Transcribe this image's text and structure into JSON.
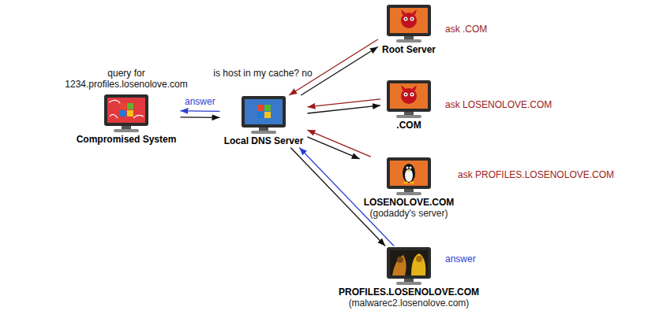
{
  "diagram": {
    "nodes": [
      {
        "text": [
          "Compromised System"
        ]
      },
      {
        "text": [
          "Local DNS Server"
        ]
      },
      {
        "text": [
          "Root Server"
        ]
      },
      {
        "text": [
          ".COM"
        ]
      },
      {
        "text": [
          "LOSENOLOVE.COM",
          "(godaddy's server)"
        ]
      },
      {
        "text": [
          "PROFILES.LOSENOLOVE.COM",
          "(malwarec2.losenolove.com)"
        ]
      }
    ],
    "edges": [
      {
        "from": 0,
        "to": 1,
        "arrow": "to"
      },
      {
        "from": 1,
        "to": 0,
        "label": "answer",
        "arrow": "to"
      },
      {
        "from": 1,
        "to": 2,
        "arrow": "to"
      },
      {
        "from": 2,
        "to": 1,
        "arrow": "to"
      },
      {
        "from": 1,
        "to": 3,
        "arrow": "to"
      },
      {
        "from": 3,
        "to": 1,
        "arrow": "to"
      },
      {
        "from": 1,
        "to": 4,
        "arrow": "to"
      },
      {
        "from": 4,
        "to": 1,
        "arrow": "to"
      },
      {
        "from": 1,
        "to": 5,
        "arrow": "to"
      },
      {
        "from": 5,
        "to": 1,
        "label": "answer",
        "arrow": "to"
      }
    ],
    "labels": [
      "query for 1234.profiles.losenolove.com",
      "is host in my cache? no",
      "ask .COM",
      "ask LOSENOLOVE.COM",
      "ask PROFILES.LOSENOLOVE.COM"
    ]
  }
}
